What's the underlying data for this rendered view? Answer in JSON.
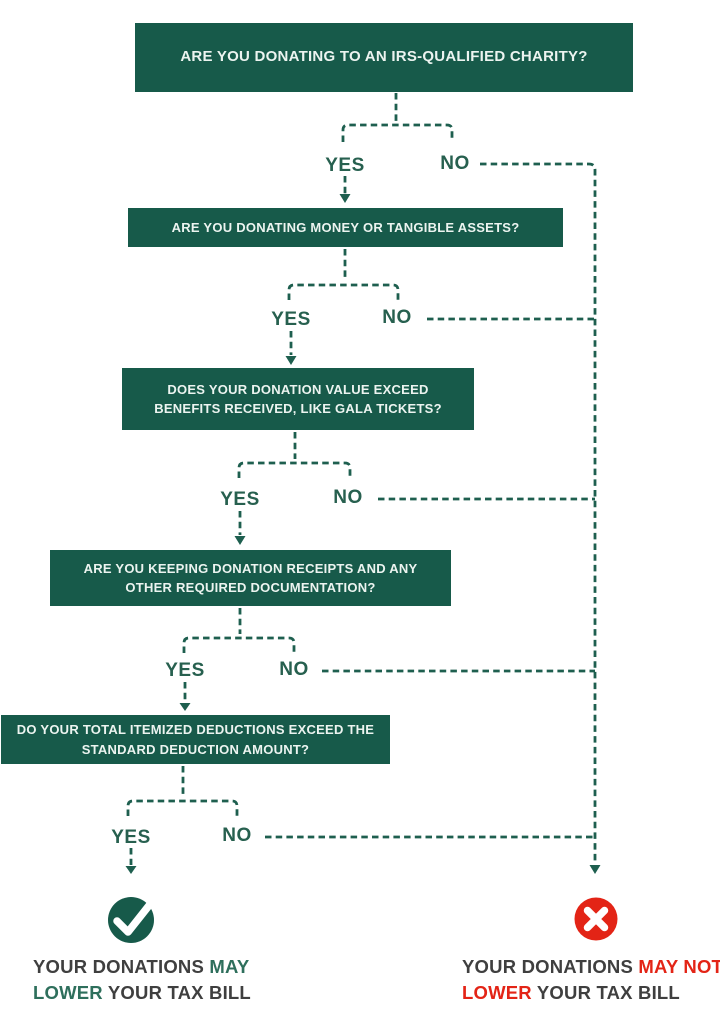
{
  "nodes": [
    {
      "question": "ARE YOU DONATING TO AN IRS-QUALIFIED CHARITY?",
      "yes_label": "YES",
      "no_label": "NO"
    },
    {
      "question": "ARE YOU DONATING MONEY OR TANGIBLE ASSETS?",
      "yes_label": "YES",
      "no_label": "NO"
    },
    {
      "question": "DOES YOUR DONATION VALUE EXCEED BENEFITS RECEIVED, LIKE GALA TICKETS?",
      "yes_label": "YES",
      "no_label": "NO"
    },
    {
      "question": "ARE YOU KEEPING DONATION RECEIPTS AND ANY OTHER REQUIRED DOCUMENTATION?",
      "yes_label": "YES",
      "no_label": "NO"
    },
    {
      "question": "DO YOUR TOTAL ITEMIZED DEDUCTIONS EXCEED THE STANDARD DEDUCTION AMOUNT?",
      "yes_label": "YES",
      "no_label": "NO"
    }
  ],
  "results": {
    "positive": {
      "icon": "check-icon",
      "line1_prefix": "YOUR DONATIONS",
      "line1_highlight": "MAY",
      "line2_highlight": "LOWER",
      "line2_suffix": "YOUR TAX BILL"
    },
    "negative": {
      "icon": "x-icon",
      "line1_prefix": "YOUR DONATIONS",
      "line1_highlight": "MAY NOT",
      "line2_highlight": "LOWER",
      "line2_suffix": "YOUR TAX BILL"
    }
  },
  "colors": {
    "box_green": "#175a4a",
    "line_green": "#1e5f4f",
    "label_green": "#27604f",
    "highlight_green": "#2e6f5c",
    "alert_red": "#e32416",
    "text_dark": "#3f3f3f"
  }
}
